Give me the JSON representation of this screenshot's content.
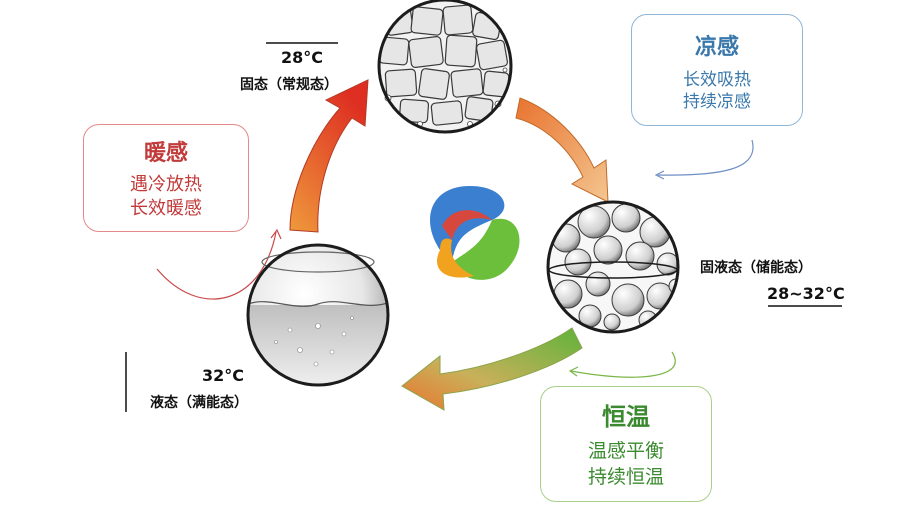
{
  "states": {
    "solid": {
      "temp": "28°C",
      "label": "固态（常规态）"
    },
    "mixed": {
      "temp": "28~32°C",
      "label": "固液态（储能态）"
    },
    "liquid": {
      "temp": "32°C",
      "label": "液态（满能态）"
    }
  },
  "cards": {
    "cool": {
      "title": "凉感",
      "lines": [
        "长效吸热",
        "持续凉感"
      ]
    },
    "warm": {
      "title": "暖感",
      "lines": [
        "遇冷放热",
        "长效暖感"
      ]
    },
    "const": {
      "title": "恒温",
      "lines": [
        "温感平衡",
        "持续恒温"
      ]
    }
  },
  "colors": {
    "cool": "#3a78ac",
    "warm": "#c23b3b",
    "const": "#3b8a2f",
    "arrow_red": "#e2422b",
    "arrow_orange": "#ef9a3c",
    "arrow_green": "#7ab648"
  },
  "icons": {
    "center_logo": "tri-color-knot-icon",
    "solid_sphere": "ice-crystal-sphere-icon",
    "mixed_sphere": "bubble-sphere-icon",
    "liquid_sphere": "liquid-sphere-icon"
  }
}
